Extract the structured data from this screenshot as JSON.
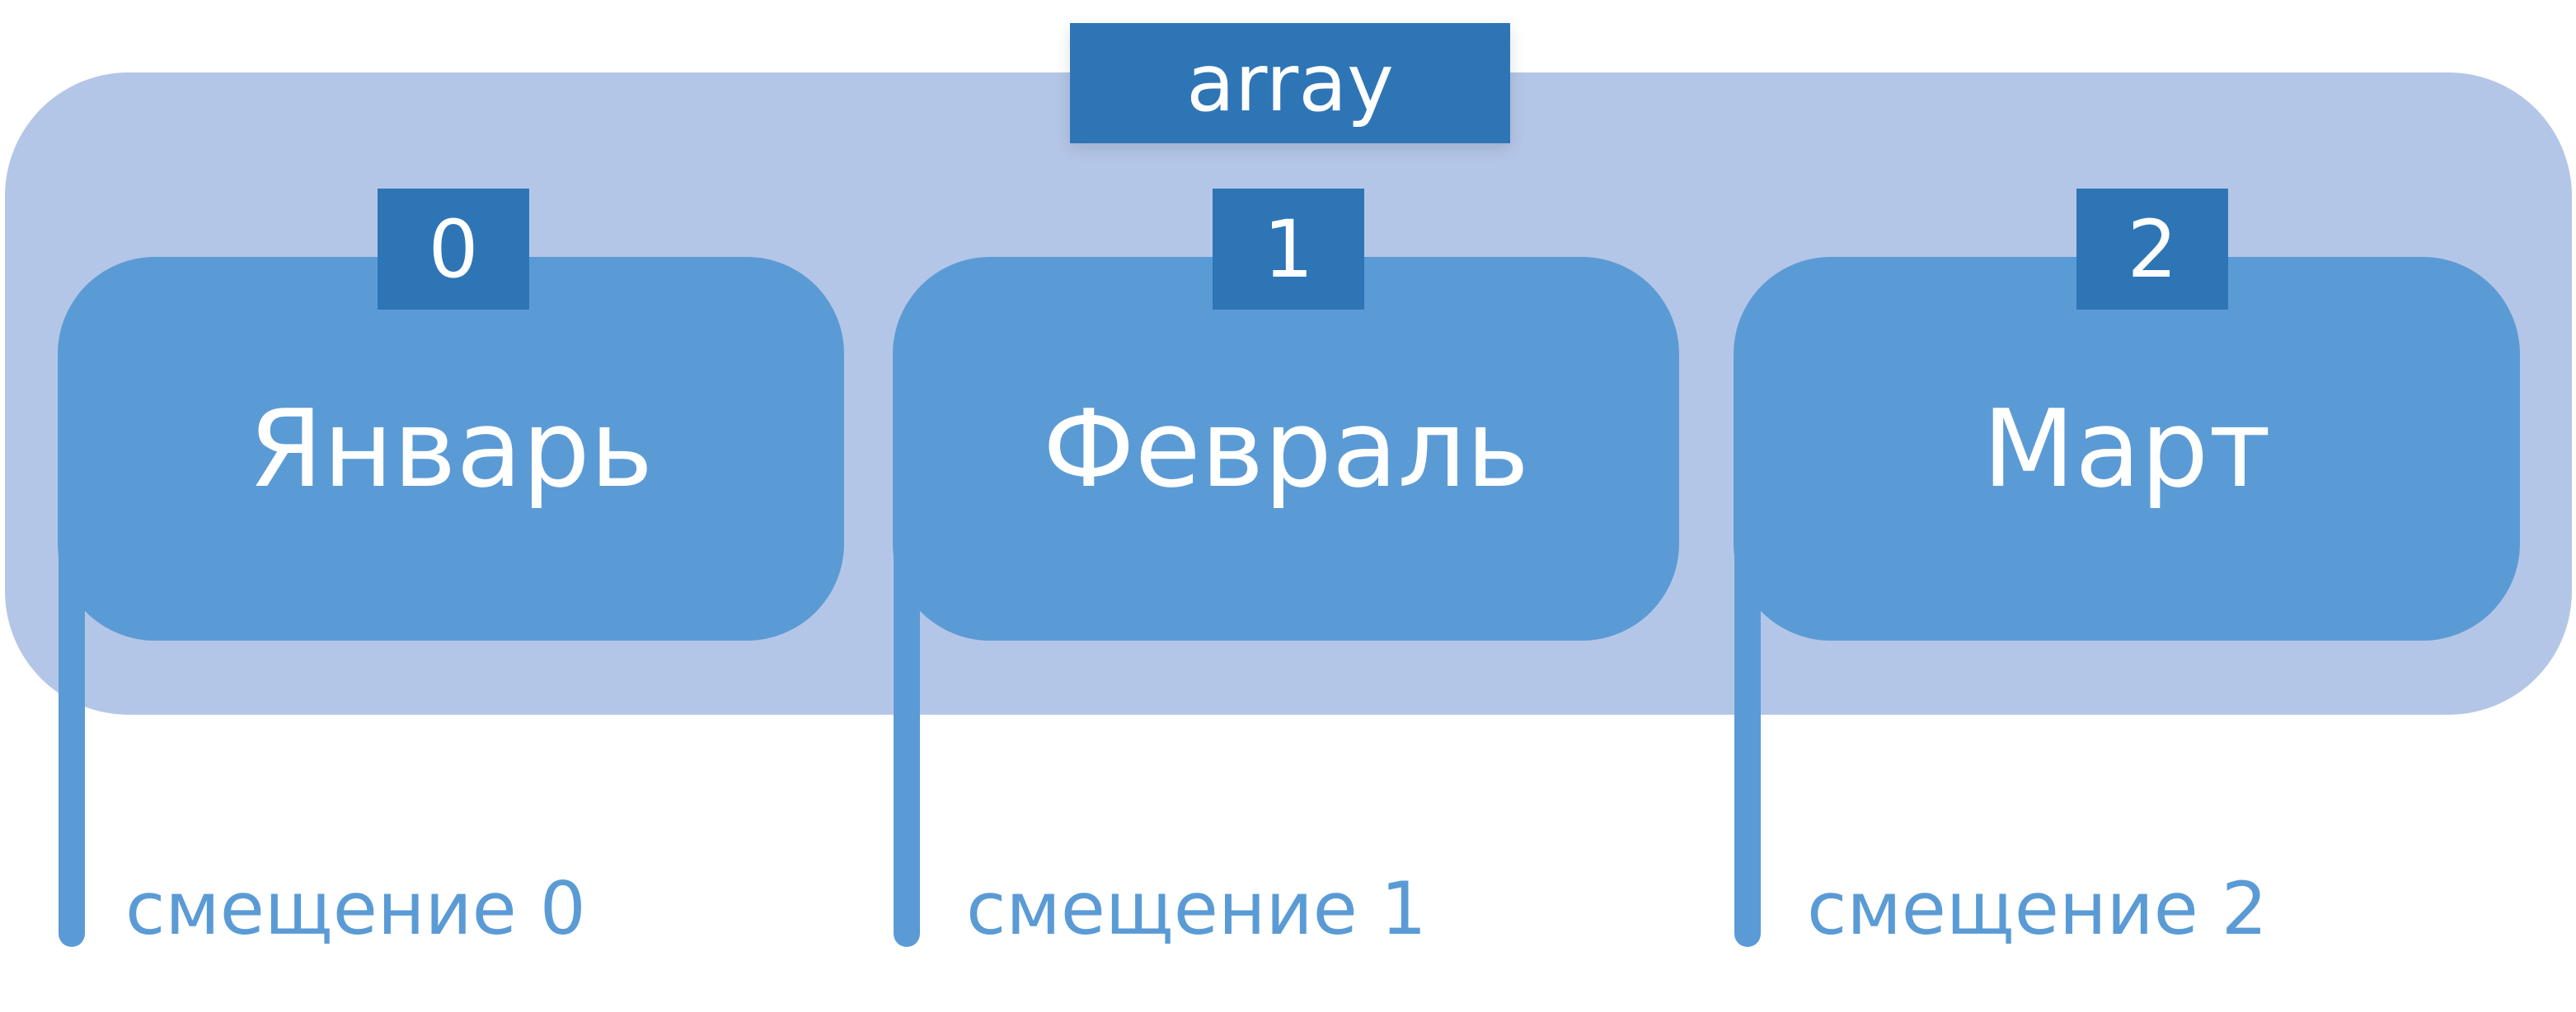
{
  "array": {
    "label": "array"
  },
  "cells": [
    {
      "index": "0",
      "value": "Январь",
      "offset": "смещение 0"
    },
    {
      "index": "1",
      "value": "Февраль",
      "offset": "смещение 1"
    },
    {
      "index": "2",
      "value": "Март",
      "offset": "смещение 2"
    }
  ],
  "colors": {
    "container": "#b4c6e7",
    "cell": "#5b9bd5",
    "label_box": "#2e75b6",
    "offset_text": "#5b9bd5"
  }
}
